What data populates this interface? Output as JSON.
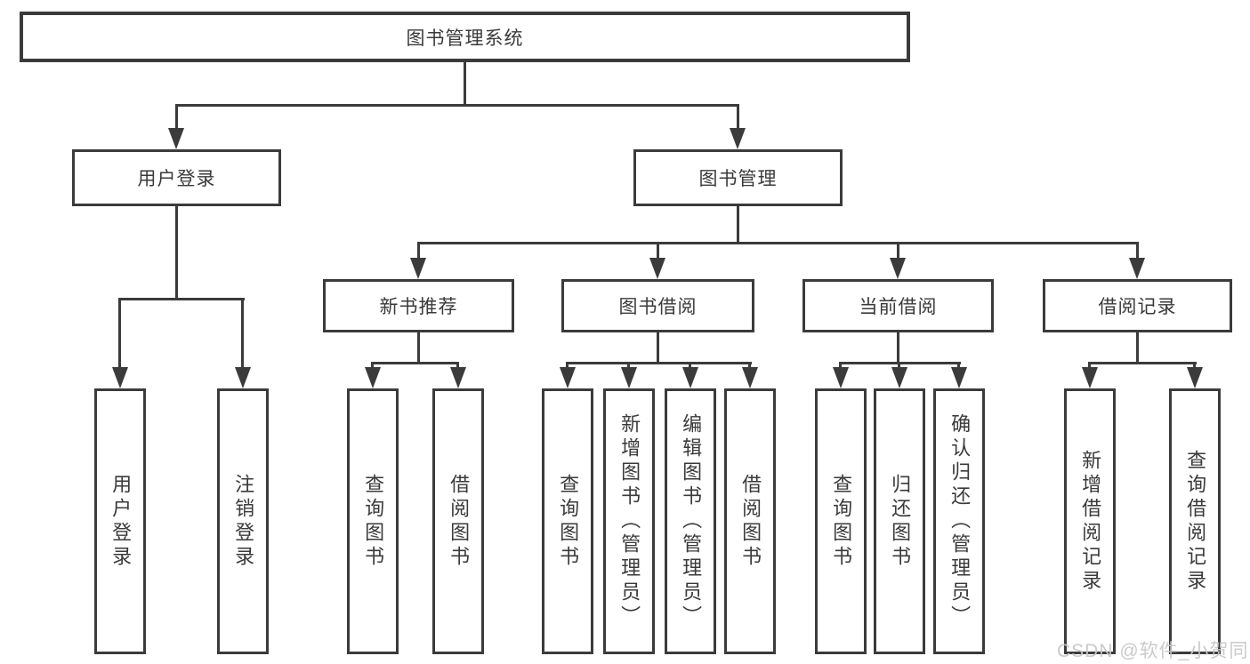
{
  "colors": {
    "line": "#3b3b3b",
    "text": "#3a3a3a",
    "watermark": "#c8c8c8",
    "background": "#ffffff"
  },
  "diagram": {
    "root": {
      "label": "图书管理系统"
    },
    "branches": [
      {
        "label": "用户登录",
        "leaves": [
          {
            "label": "用户登录"
          },
          {
            "label": "注销登录"
          }
        ]
      },
      {
        "label": "图书管理",
        "groups": [
          {
            "label": "新书推荐",
            "leaves": [
              {
                "label": "查询图书"
              },
              {
                "label": "借阅图书"
              }
            ]
          },
          {
            "label": "图书借阅",
            "leaves": [
              {
                "label": "查询图书"
              },
              {
                "label": "新增图书（管理员）"
              },
              {
                "label": "编辑图书（管理员）"
              },
              {
                "label": "借阅图书"
              }
            ]
          },
          {
            "label": "当前借阅",
            "leaves": [
              {
                "label": "查询图书"
              },
              {
                "label": "归还图书"
              },
              {
                "label": "确认归还（管理员）"
              }
            ]
          },
          {
            "label": "借阅记录",
            "leaves": [
              {
                "label": "新增借阅记录"
              },
              {
                "label": "查询借阅记录"
              }
            ]
          }
        ]
      }
    ]
  },
  "watermark": {
    "text": "CSDN @软件_小贺同学"
  }
}
